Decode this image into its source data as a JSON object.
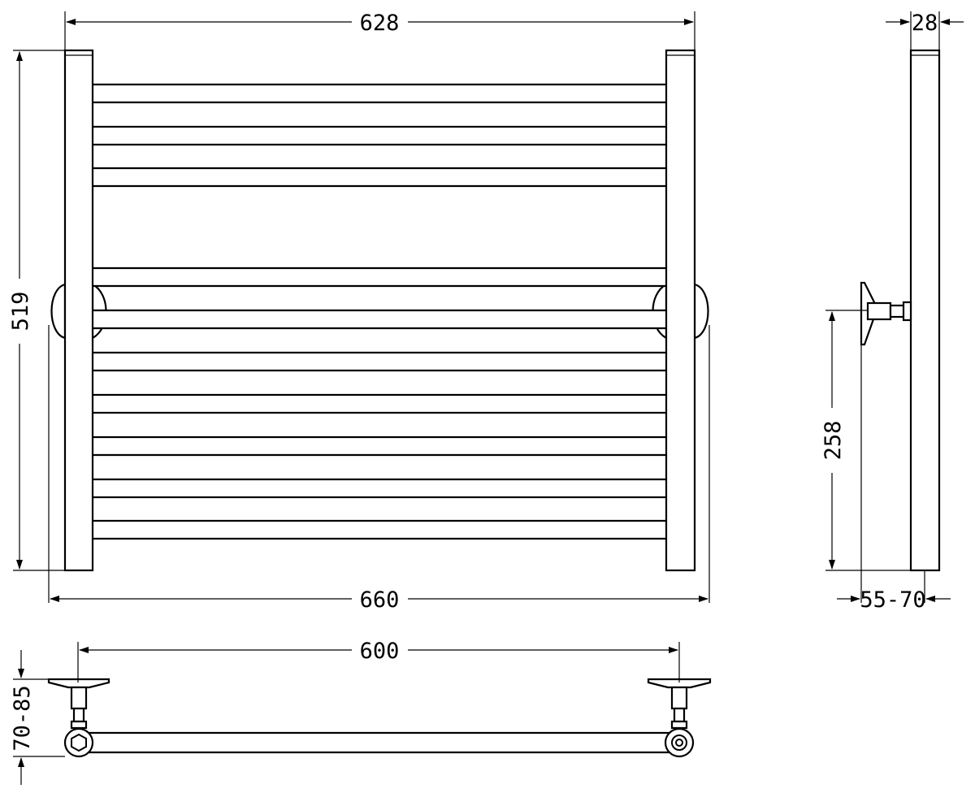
{
  "dimensions": {
    "width_center": "628",
    "width_total": "660",
    "height_total": "519",
    "depth_top": "28",
    "wall_distance": "55-70",
    "bracket_height": "258",
    "bracket_spacing": "600",
    "bracket_depth": "70-85"
  },
  "colors": {
    "line": "#000000",
    "background": "#ffffff"
  }
}
